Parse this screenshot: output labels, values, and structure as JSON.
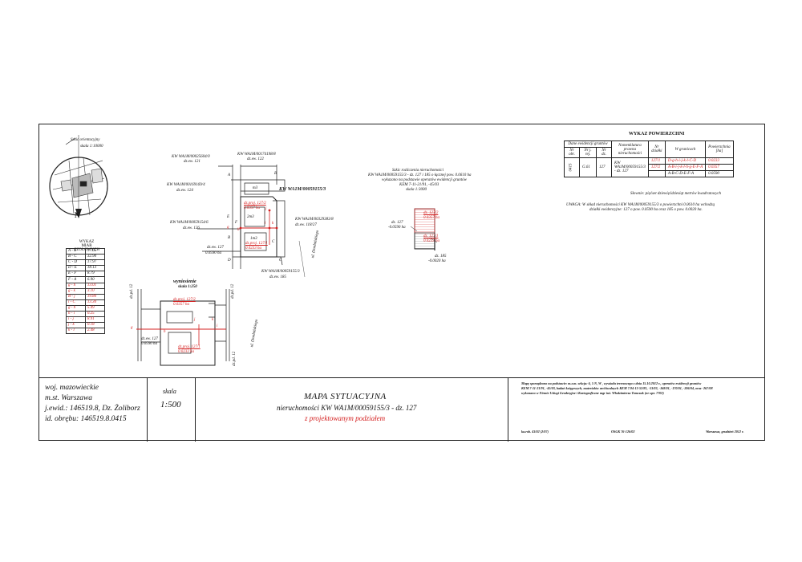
{
  "orientation": {
    "title": "Szkic orientacyjny",
    "scale": "skala 1:10000",
    "north": "N"
  },
  "parcels_map": {
    "kw_labels": [
      "KW WA1M/00025604/0",
      "KW WA1M/00174198/8",
      "KW WA1M/00169169/4",
      "KW WA1M/00059155/3",
      "KW WA1M/00059154/6",
      "KW WA1M/00329383/8",
      "KW WA1M/00059155/3"
    ],
    "dz_labels": [
      "dz.ew. 121",
      "dz.ew. 122",
      "dz.ew. 124",
      "dz.ew. 126",
      "dz.ew. 118/27",
      "dz.ew. 185"
    ],
    "corner_letters": [
      "A",
      "B",
      "B",
      "C",
      "C",
      "D",
      "E",
      "F",
      "g",
      "h",
      "j",
      "k",
      "i"
    ],
    "plot_new_1": "dz.proj. 127/2",
    "plot_new_1_area": "0.0357 ha",
    "plot_new_2": "dz.proj. 127/1",
    "plot_new_2_area": "0.0233 ha",
    "plot_total": "dz.ew. 127",
    "plot_total_area": "0.0590 ha",
    "street": "ul. Dembińskiego",
    "building_labels": [
      "1m3",
      "2m3",
      "1m3",
      "m3"
    ]
  },
  "wynoszenie": {
    "title": "wyniesienie",
    "scale": "skala 1:250",
    "plot_a": "dz.proj. 127/2",
    "plot_a_area": "0.0357 ha",
    "plot_b": "dz.proj. 127/1",
    "plot_b_area": "0.0233 ha",
    "plot_c": "dz.ew. 127",
    "plot_c_area": "0.0590 ha",
    "letters": [
      "g",
      "h",
      "j",
      "k",
      "i"
    ],
    "labels_side": [
      "dz.pd. 12",
      "dz.pd. 12",
      "dz.pd. 12"
    ],
    "street": "ul. Dembińskiego"
  },
  "sketch": {
    "title_lines": [
      "Szkic rozliczenia nieruchomości",
      "KW WA1M/00059155/3 - dz. 127 i 185 o łącznej pow. 0.0610 ha",
      "wykazano na podstawie operatów ewidencji gruntów",
      "KEM 7-11-21/91, -45/03",
      "skala 1:3000"
    ],
    "label_1": "dz. 127/2",
    "label_1_area": "0.0357 ha",
    "label_2": "dz. 127",
    "label_2_area": "-0.0590 ha",
    "label_3": "dz. 127/1",
    "label_3_area": "0.0233 ha",
    "label_4": "dz. 185",
    "label_4_area": "-0.0020 ha"
  },
  "wykaz": {
    "title": "WYKAZ POWIERZCHNI",
    "headers": {
      "group": "Dane ewidencji gruntów",
      "obr": "Nr obr.",
      "jrej": "Nr j. rej.",
      "dz": "Nr dz.",
      "nomenklatura": "Nomenklatura prawna nieruchomości",
      "dzialki": "Nr działki",
      "wgranicach": "W granicach",
      "powierzchnia": "Powierzchnia [ha]"
    },
    "obr": "0415",
    "jrej": "G.61",
    "dz": "127",
    "nomenklatura": "KW WA1M/00059155/3 - dz. 127",
    "rows": [
      {
        "nr": "127/1",
        "granice": "D-g-h-i-j-k-l-C-D",
        "pow": "0.0233"
      },
      {
        "nr": "127/2",
        "granice": "A-B-i-j-k-l-h-g-E-F-A",
        "pow": "0.0357"
      },
      {
        "nr": "",
        "granice": "A-B-C-D-E-F-A",
        "pow": "0.0590"
      }
    ],
    "note": "Słownie: pięćset dziewięćdziesiąt metrów kwadratowych",
    "uwaga_lines": [
      "UWAGA: W skład nieruchomości KW WA1M/00059155/3 o powierzchni 0.0610 ha wchodzą",
      "działki ewidencyjne: 127 o pow. 0.0590 ha oraz 185 o pow. 0.0020 ha."
    ]
  },
  "miary": {
    "title": "WYKAZ MIAR CZOŁOWYCH",
    "rows": [
      {
        "seg": "A - B",
        "val": "17.65",
        "red": false
      },
      {
        "seg": "B - C",
        "val": "32.90",
        "red": false
      },
      {
        "seg": "C - D",
        "val": "17.97",
        "red": false
      },
      {
        "seg": "D - E",
        "val": "18.13",
        "red": false
      },
      {
        "seg": "E - F",
        "val": "8.79",
        "red": false
      },
      {
        "seg": "F - A",
        "val": "6.90",
        "red": false
      },
      {
        "seg": "g - h",
        "val": "13.01",
        "red": true
      },
      {
        "seg": "g - k",
        "val": "3.10",
        "red": true
      },
      {
        "seg": "B - j",
        "val": "19.80",
        "red": true
      },
      {
        "seg": "i - C",
        "val": "13.30",
        "red": true
      },
      {
        "seg": "g - h",
        "val": "5.49",
        "red": true
      },
      {
        "seg": "h - i",
        "val": "0.25",
        "red": true
      },
      {
        "seg": "i - j",
        "val": "8.91",
        "red": true
      },
      {
        "seg": "j - k",
        "val": "0.18",
        "red": true
      },
      {
        "seg": "k - l",
        "val": "2.48",
        "red": true
      }
    ]
  },
  "title_block": {
    "woj": "woj. mazowieckie",
    "miasto": "m.st. Warszawa",
    "jewid": "j.ewid.: 146519.8, Dz. Żoliborz",
    "obreb": "id. obrębu: 146519.8.0415",
    "scale_label": "skala",
    "scale_value": "1:500",
    "map_title": "MAPA SYTUACYJNA",
    "map_subtitle": "nieruchomości KW WA1M/00059155/3 - dz. 127",
    "map_subtitle_red": "z projektowanym podziałem",
    "note_lines": [
      "Mapę sporządzono na podstawie: m.z.m. sekcja: 6, 5 N, W , wywiadu terenowego z dnia 15.10.2012 r., operatów ewidencji gruntów",
      "KEM 7-11-21/91, -45/03, badań księgowych, materiałów archiwalnych KEM 7.94-13-52/81, -53/03, -168/01, -170/01, -206/04, oraz -267/08",
      "wykonano w Firmie Usługi Geodezyjne i Kartograficzne mgr inż. Włodzimierza Tomczak (nr upr. 7702)"
    ],
    "kerg": "ka.rob. 43/02 (2/07)",
    "osgk": "OSGK 76-126/02",
    "date": "Warszawa, grudzień 2012 r."
  }
}
